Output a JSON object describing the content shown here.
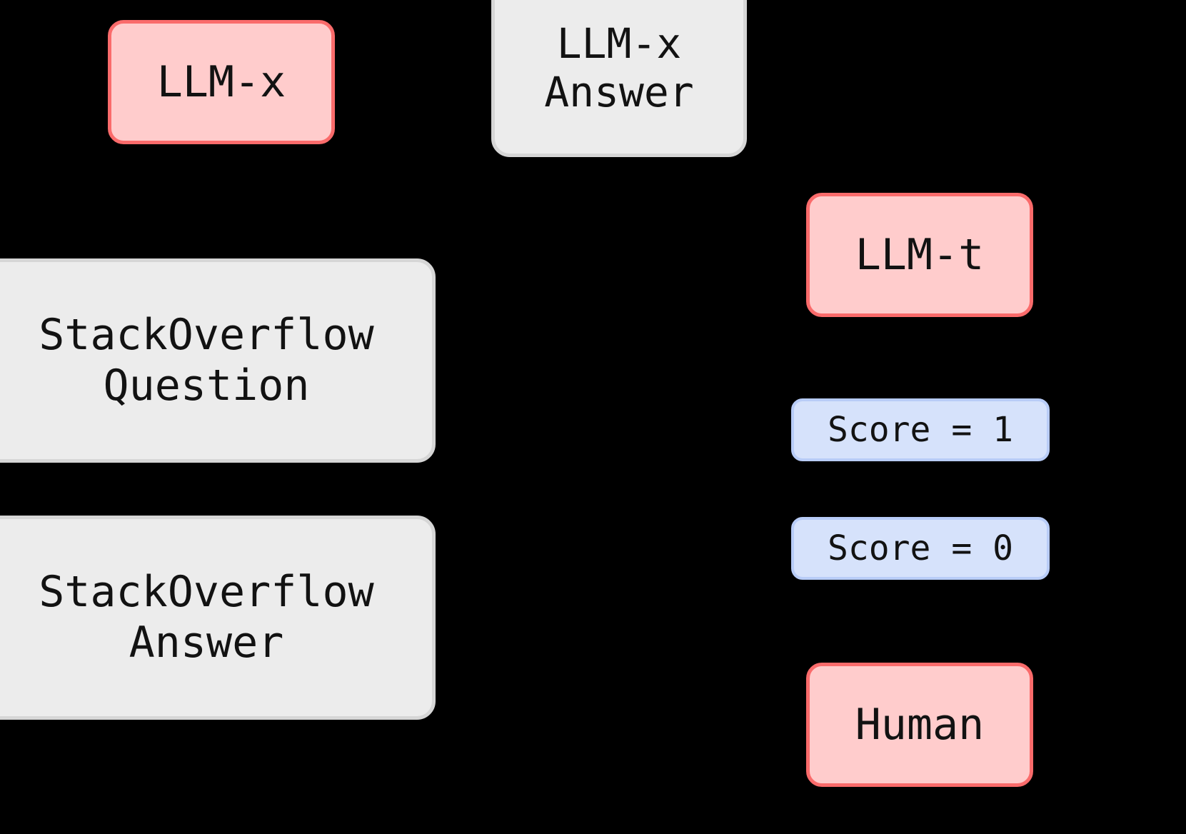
{
  "diagram": {
    "type": "flowchart",
    "background_color": "#000000",
    "palette": {
      "model_fill": "#FFCCCC",
      "model_border": "#FA6B6B",
      "artifact_fill": "#ECECEC",
      "artifact_border": "#D6D6D6",
      "score_fill": "#D6E2FB",
      "score_border": "#B8CCF7",
      "text_color": "#121212"
    },
    "nodes": [
      {
        "id": "llm-x",
        "label": "LLM-x",
        "kind": "model",
        "shape": "rounded-rectangle"
      },
      {
        "id": "llm-x-answer",
        "label": "LLM-x\nAnswer",
        "kind": "artifact",
        "shape": "rounded-rectangle"
      },
      {
        "id": "stackoverflow-question",
        "label": "StackOverflow\nQuestion",
        "kind": "artifact",
        "shape": "rounded-rectangle"
      },
      {
        "id": "stackoverflow-answer",
        "label": "StackOverflow\nAnswer",
        "kind": "artifact",
        "shape": "rounded-rectangle"
      },
      {
        "id": "llm-t",
        "label": "LLM-t",
        "kind": "model",
        "shape": "rounded-rectangle"
      },
      {
        "id": "score-1",
        "label": "Score = 1",
        "kind": "score",
        "shape": "rounded-rectangle"
      },
      {
        "id": "score-0",
        "label": "Score = 0",
        "kind": "score",
        "shape": "rounded-rectangle"
      },
      {
        "id": "human",
        "label": "Human",
        "kind": "model",
        "shape": "rounded-rectangle"
      }
    ]
  }
}
